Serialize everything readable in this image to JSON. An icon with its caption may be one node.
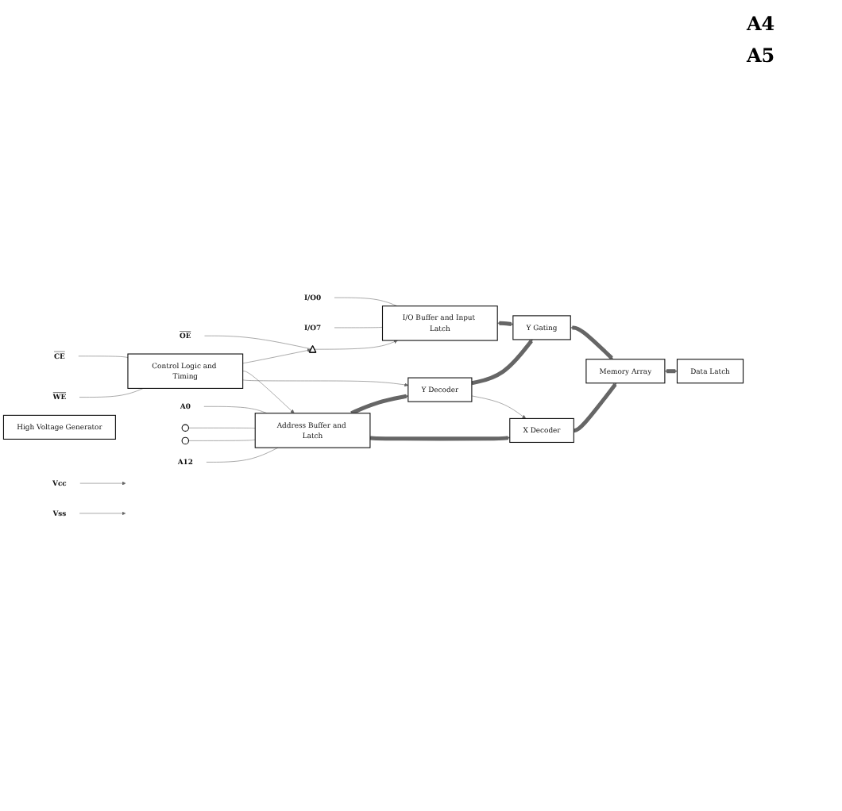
{
  "diagram": {
    "nodes": [
      {
        "text": [
          "Vcc"
        ]
      },
      {
        "text": [
          "Vss"
        ]
      },
      {
        "text": [
          "High Voltage Generator"
        ]
      },
      {
        "text": [
          "I/O0"
        ]
      },
      {
        "text": [
          "I/O7"
        ]
      },
      {
        "text": [
          "OE"
        ]
      },
      {
        "text": [],
        "shape": "triangle"
      },
      {
        "text": [
          "I/O Buffer and Input Latch"
        ]
      },
      {
        "text": [
          "CE"
        ]
      },
      {
        "text": [
          "WE"
        ]
      },
      {
        "text": [
          "Control Logic and Timing"
        ]
      },
      {
        "text": [
          "A0"
        ]
      },
      {
        "text": [],
        "shape": "circle"
      },
      {
        "text": [],
        "shape": "circle"
      },
      {
        "text": [
          "A12"
        ]
      },
      {
        "text": [
          "Address Buffer and Latch"
        ]
      },
      {
        "text": [
          "Y Decoder"
        ]
      },
      {
        "text": [
          "Y Gating"
        ]
      },
      {
        "text": [
          "X Decoder"
        ]
      },
      {
        "text": [
          "Memory Array"
        ]
      },
      {
        "text": [
          "Data Latch"
        ]
      }
    ],
    "edges": [
      {
        "from": 0,
        "to": null,
        "arrow": "to"
      },
      {
        "from": 1,
        "to": null,
        "arrow": "to"
      },
      {
        "from": 3,
        "to": 7,
        "arrow": "none"
      },
      {
        "from": 4,
        "to": 7,
        "arrow": "none"
      },
      {
        "from": 5,
        "to": 6,
        "arrow": "none"
      },
      {
        "from": 6,
        "to": 7,
        "arrow": "to"
      },
      {
        "from": 10,
        "to": 6,
        "arrow": "to"
      },
      {
        "from": 8,
        "to": 10,
        "arrow": "none"
      },
      {
        "from": 9,
        "to": 10,
        "arrow": "none"
      },
      {
        "from": 10,
        "to": 15,
        "arrow": "to"
      },
      {
        "from": 10,
        "to": 16,
        "arrow": "to"
      },
      {
        "from": 11,
        "to": 15,
        "arrow": "none"
      },
      {
        "from": 12,
        "to": 15,
        "arrow": "none"
      },
      {
        "from": 13,
        "to": 15,
        "arrow": "none"
      },
      {
        "from": 14,
        "to": 15,
        "arrow": "none"
      },
      {
        "from": 15,
        "to": 16,
        "arrow": "to",
        "style": "thick"
      },
      {
        "from": 15,
        "to": 18,
        "arrow": "to",
        "style": "thick"
      },
      {
        "from": 16,
        "to": 17,
        "arrow": "to",
        "style": "thick"
      },
      {
        "from": 16,
        "to": 18,
        "arrow": "to"
      },
      {
        "from": 18,
        "to": 19,
        "arrow": "to",
        "style": "thick"
      },
      {
        "from": 7,
        "to": 17,
        "arrow": "both",
        "style": "thick"
      },
      {
        "from": 17,
        "to": 19,
        "arrow": "both",
        "style": "thick"
      },
      {
        "from": 19,
        "to": 20,
        "arrow": "both",
        "style": "thick"
      }
    ],
    "labels": [
      "A4",
      "A5"
    ]
  }
}
